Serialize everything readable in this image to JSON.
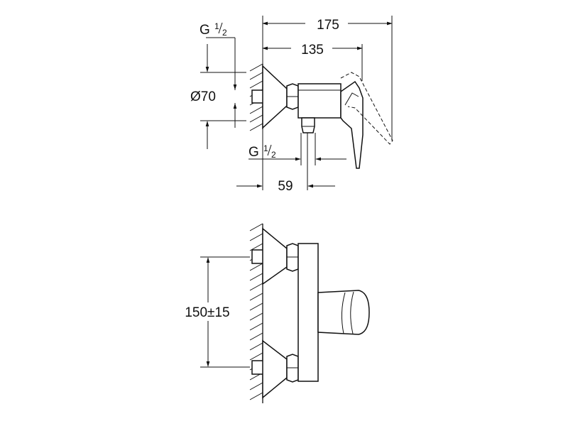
{
  "top_view": {
    "dim_overall": "175",
    "dim_body": "135",
    "dim_diameter": "Ø70",
    "dim_offset": "59",
    "thread_top": {
      "letter": "G",
      "num": "1",
      "den": "2"
    },
    "thread_bottom": {
      "letter": "G",
      "num": "1",
      "den": "2"
    }
  },
  "front_view": {
    "dim_centers": "150±15"
  }
}
